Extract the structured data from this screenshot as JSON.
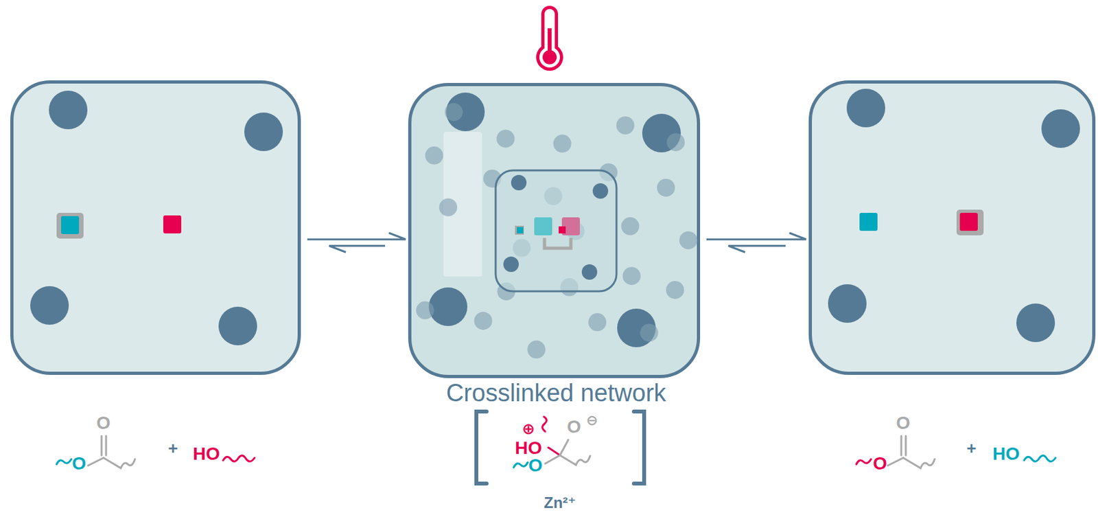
{
  "diagram": {
    "nodes": [
      {
        "text": [
          "O",
          "O",
          "+",
          "HO"
        ]
      },
      {
        "text": [
          "Crosslinked network",
          "⊕",
          "HO",
          "O",
          "⊖",
          "O",
          "Zn²⁺"
        ]
      },
      {
        "text": [
          "O",
          "O",
          "+",
          "HO"
        ]
      }
    ],
    "edges": [
      {
        "from": 0,
        "to": 1,
        "arrow": "both"
      },
      {
        "from": 1,
        "to": 2,
        "arrow": "both"
      }
    ]
  }
}
